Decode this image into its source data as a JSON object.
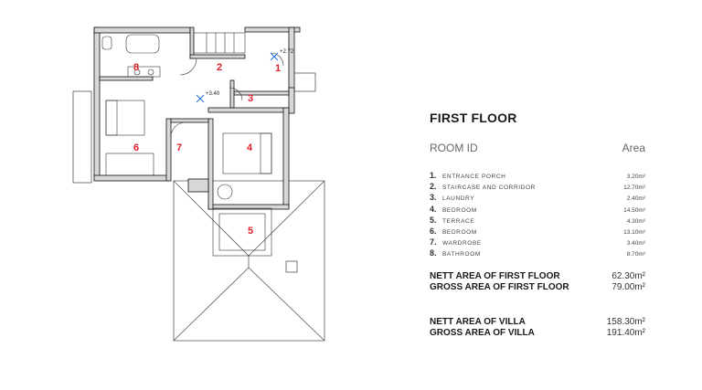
{
  "plan": {
    "room_labels": [
      "1",
      "2",
      "3",
      "4",
      "5",
      "6",
      "7",
      "8"
    ],
    "level_entrance": "+2.72",
    "level_corridor": "+3.40"
  },
  "legend": {
    "title": "FIRST FLOOR",
    "col_room": "ROOM ID",
    "col_area": "Area",
    "rooms": [
      {
        "num": "1.",
        "name": "ENTRANCE PORCH",
        "area": "3.20m²"
      },
      {
        "num": "2.",
        "name": "STAIRCASE AND CORRIDOR",
        "area": "12.70m²"
      },
      {
        "num": "3.",
        "name": "LAUNDRY",
        "area": "2.40m²"
      },
      {
        "num": "4.",
        "name": "BEDROOM",
        "area": "14.50m²"
      },
      {
        "num": "5.",
        "name": "TERRACE",
        "area": "4.30m²"
      },
      {
        "num": "6.",
        "name": "BEDROOM",
        "area": "13.10m²"
      },
      {
        "num": "7.",
        "name": "WARDROBE",
        "area": "3.40m²"
      },
      {
        "num": "8.",
        "name": "BATHROOM",
        "area": "8.70m²"
      }
    ],
    "nett_floor_label": "NETT AREA OF FIRST FLOOR",
    "nett_floor_value": "62.30m²",
    "gross_floor_label": "GROSS AREA OF FIRST FLOOR",
    "gross_floor_value": "79.00m²",
    "nett_villa_label": "NETT AREA OF VILLA",
    "nett_villa_value": "158.30m²",
    "gross_villa_label": "GROSS AREA OF VILLA",
    "gross_villa_value": "191.40m²"
  }
}
